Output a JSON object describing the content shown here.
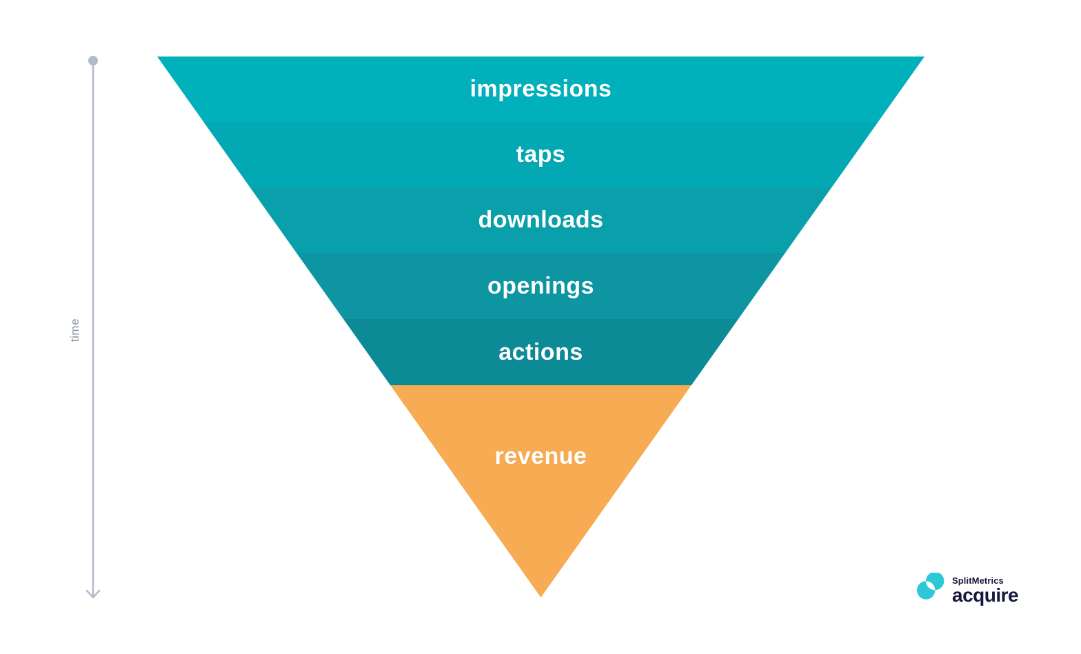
{
  "chart_data": {
    "type": "funnel",
    "orientation": "inverted-triangle",
    "stages": [
      {
        "label": "impressions",
        "color": "#00b1bc"
      },
      {
        "label": "taps",
        "color": "#02a8b3"
      },
      {
        "label": "downloads",
        "color": "#0aa0ab"
      },
      {
        "label": "openings",
        "color": "#0d96a2"
      },
      {
        "label": "actions",
        "color": "#0c8b97"
      },
      {
        "label": "revenue",
        "color": "#f7ab52"
      }
    ],
    "legend_position": "none",
    "grid": false
  },
  "axis": {
    "label": "time",
    "line_color": "#b3bac7",
    "label_color": "#8892a5"
  },
  "logo": {
    "brand": "SplitMetrics",
    "product": "acquire",
    "mark_color": "#2bc9d6",
    "text_color": "#15173c"
  }
}
